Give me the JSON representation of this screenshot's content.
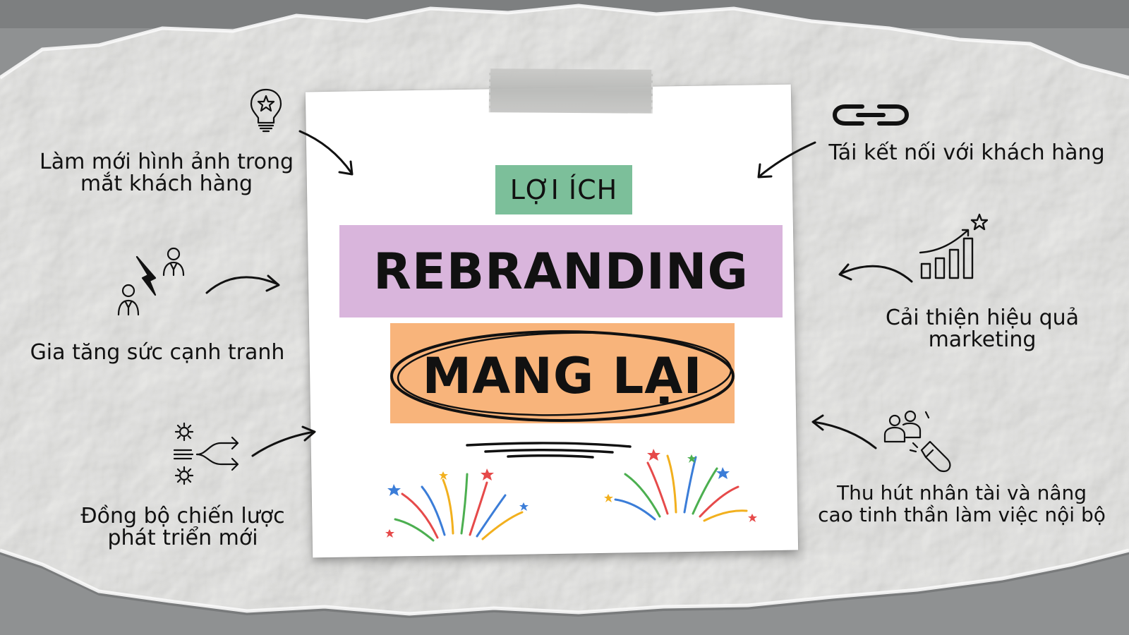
{
  "center": {
    "tag": "LỢI ÍCH",
    "title": "REBRANDING",
    "subtitle": "MANG LẠI"
  },
  "benefits": {
    "refresh_image": {
      "line1": "Làm mới hình ảnh trong",
      "line2": "mắt khách hàng",
      "icon": "lightbulb-star-icon"
    },
    "competitive": {
      "line1": "Gia tăng sức cạnh tranh",
      "icon": "competition-people-icon"
    },
    "sync_strategy": {
      "line1": "Đồng bộ chiến lược",
      "line2": "phát triển mới",
      "icon": "gears-arrows-icon"
    },
    "reconnect": {
      "line1": "Tái kết nối với khách hàng",
      "icon": "link-chain-icon"
    },
    "marketing": {
      "line1": "Cải thiện hiệu quả",
      "line2": "marketing",
      "icon": "growth-chart-star-icon"
    },
    "talent": {
      "line1": "Thu hút nhân tài và nâng",
      "line2": "cao tinh thần làm việc nội bộ",
      "icon": "people-magnet-icon"
    }
  },
  "colors": {
    "tag_bg": "#7cbf9a",
    "title_bg": "#d9b5dc",
    "subtitle_bg": "#f8b47b",
    "paper": "#ebeae8",
    "background": "#8f9192"
  }
}
